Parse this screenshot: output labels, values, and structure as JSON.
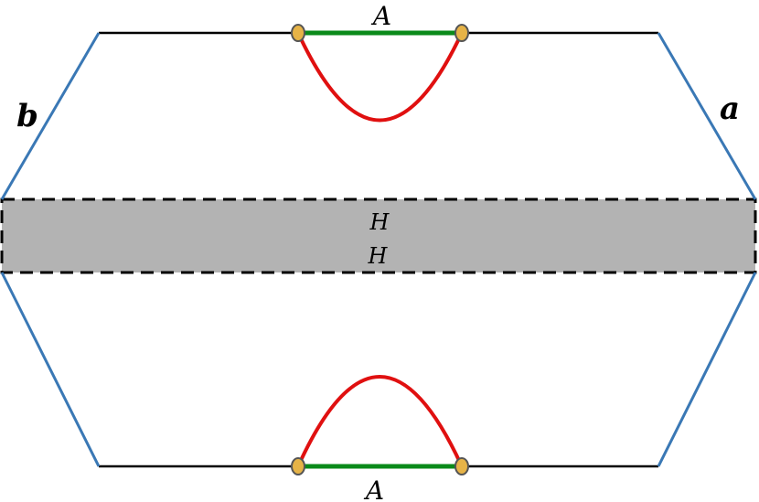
{
  "labels": {
    "top_region": "A",
    "bottom_region": "A",
    "left_edge": "b",
    "right_edge": "a",
    "band_upper": "H",
    "band_lower": "H"
  },
  "colors": {
    "outer_edge": "#000000",
    "side_edge": "#3a78b5",
    "interval": "#0a8a1a",
    "geodesic": "#e01010",
    "endpoint_fill": "#e6b347",
    "band_fill": "#b3b3b3",
    "band_border": "#000000"
  }
}
